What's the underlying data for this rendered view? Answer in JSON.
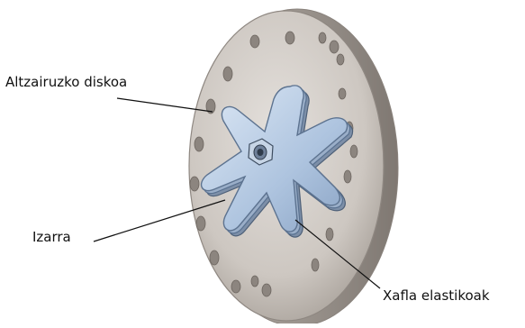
{
  "labels": {
    "disk": "Altzairuzko diskoa",
    "star": "Izarra",
    "plates": "Xafla elastikoak"
  },
  "colors": {
    "disk": "#cfc9c3",
    "disk_edge": "#9c958f",
    "star": "#b9cde6",
    "star_edge": "#5d7390",
    "leader": "#111111"
  }
}
